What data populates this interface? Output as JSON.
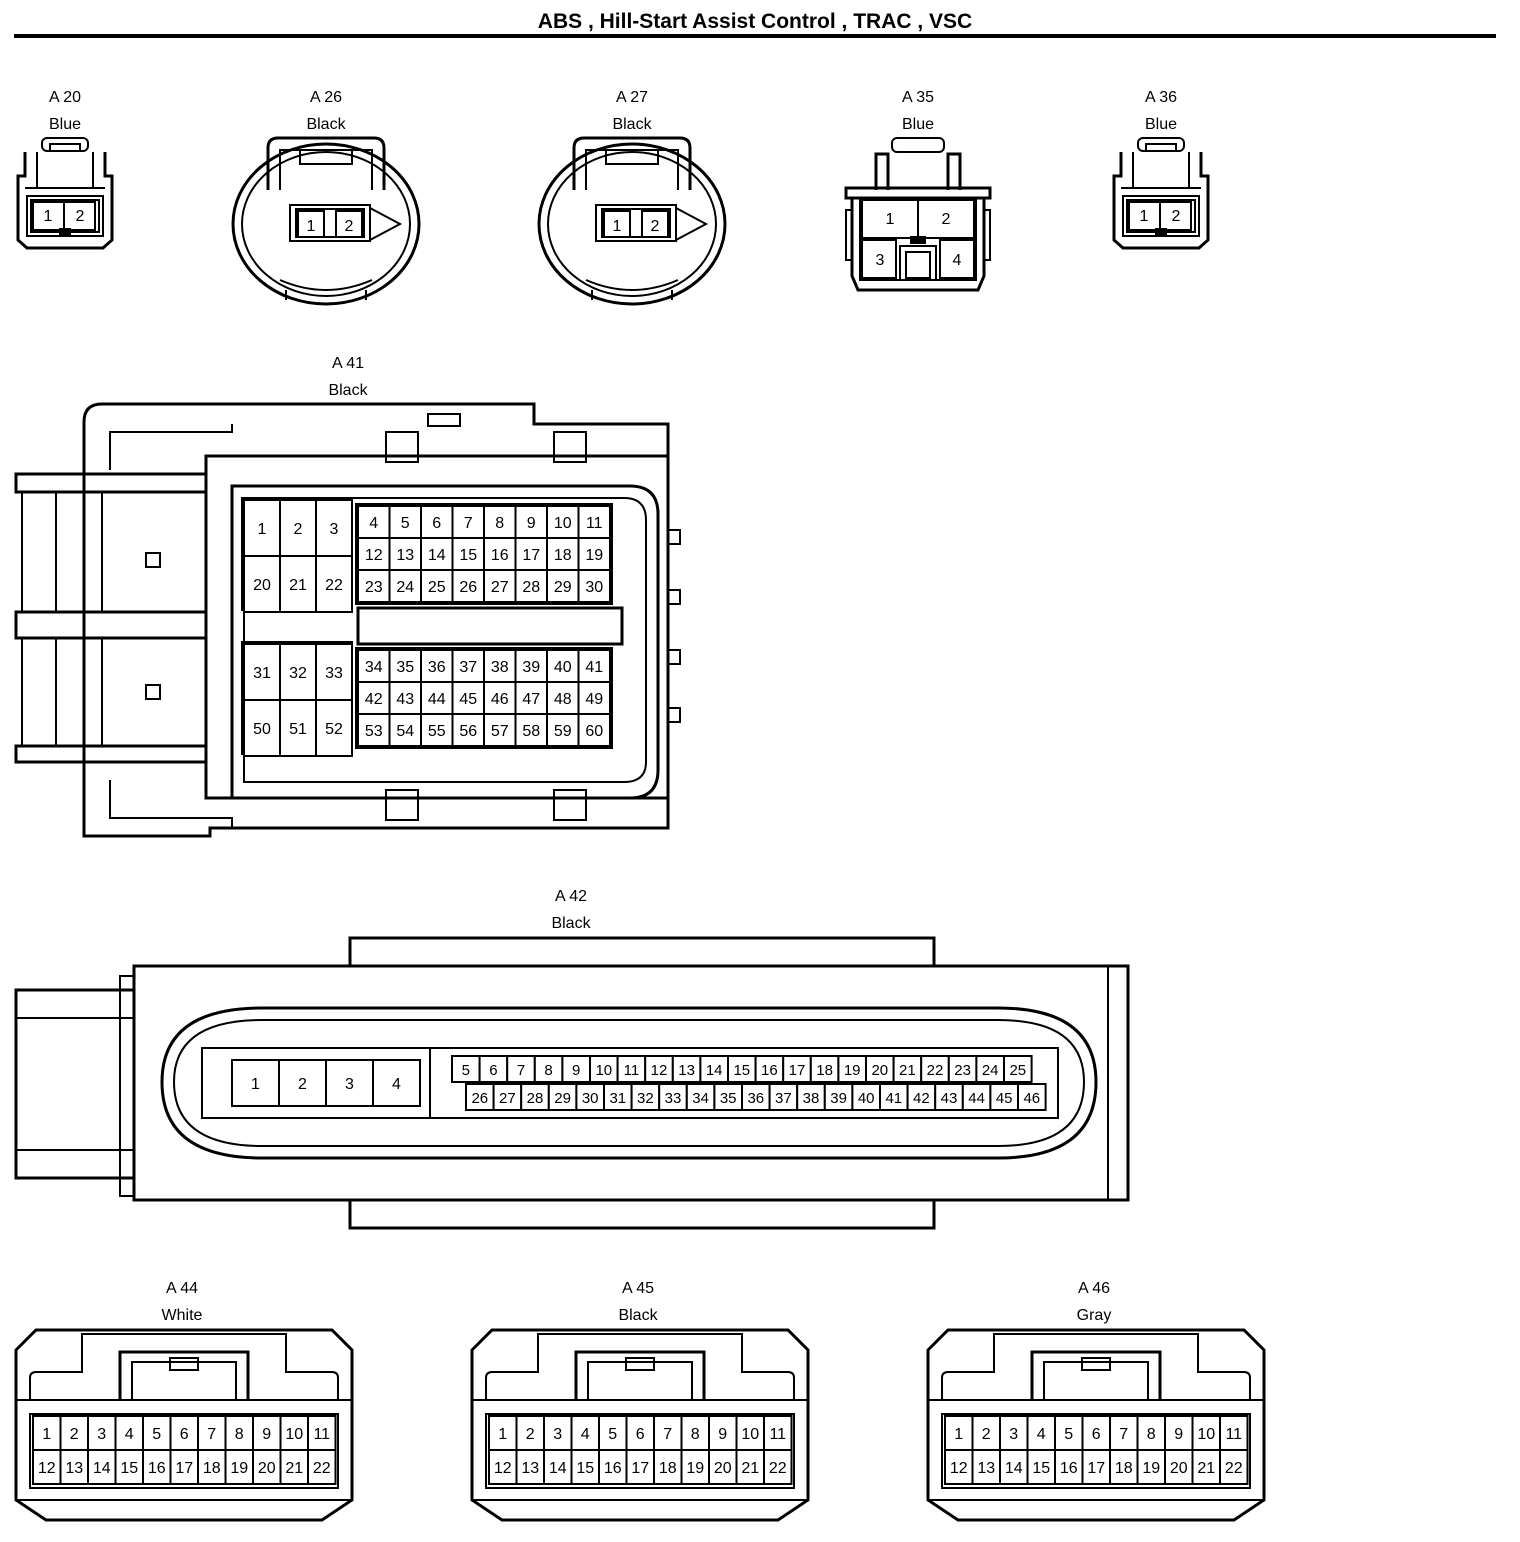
{
  "page": {
    "title": "ABS , Hill-Start Assist Control , TRAC , VSC"
  },
  "connectors": [
    {
      "id": "A 20",
      "color": "Blue",
      "pins": [
        "1",
        "2"
      ]
    },
    {
      "id": "A 26",
      "color": "Black",
      "pins": [
        "1",
        "2"
      ]
    },
    {
      "id": "A 27",
      "color": "Black",
      "pins": [
        "1",
        "2"
      ]
    },
    {
      "id": "A 35",
      "color": "Blue",
      "pins": [
        "1",
        "2",
        "3",
        "4"
      ]
    },
    {
      "id": "A 36",
      "color": "Blue",
      "pins": [
        "1",
        "2"
      ]
    },
    {
      "id": "A 41",
      "color": "Black",
      "pin_count": 60,
      "large_pins": [
        "1",
        "2",
        "3",
        "20",
        "21",
        "22",
        "31",
        "32",
        "33",
        "50",
        "51",
        "52"
      ],
      "small_pins_top": [
        "4",
        "5",
        "6",
        "7",
        "8",
        "9",
        "10",
        "11",
        "12",
        "13",
        "14",
        "15",
        "16",
        "17",
        "18",
        "19",
        "23",
        "24",
        "25",
        "26",
        "27",
        "28",
        "29",
        "30"
      ],
      "small_pins_bottom": [
        "34",
        "35",
        "36",
        "37",
        "38",
        "39",
        "40",
        "41",
        "42",
        "43",
        "44",
        "45",
        "46",
        "47",
        "48",
        "49",
        "53",
        "54",
        "55",
        "56",
        "57",
        "58",
        "59",
        "60"
      ]
    },
    {
      "id": "A 42",
      "color": "Black",
      "pin_count": 46,
      "large_pins": [
        "1",
        "2",
        "3",
        "4"
      ],
      "row_top": [
        "5",
        "6",
        "7",
        "8",
        "9",
        "10",
        "11",
        "12",
        "13",
        "14",
        "15",
        "16",
        "17",
        "18",
        "19",
        "20",
        "21",
        "22",
        "23",
        "24",
        "25"
      ],
      "row_bottom": [
        "26",
        "27",
        "28",
        "29",
        "30",
        "31",
        "32",
        "33",
        "34",
        "35",
        "36",
        "37",
        "38",
        "39",
        "40",
        "41",
        "42",
        "43",
        "44",
        "45",
        "46"
      ]
    },
    {
      "id": "A 44",
      "color": "White",
      "pin_count": 22
    },
    {
      "id": "A 45",
      "color": "Black",
      "pin_count": 22
    },
    {
      "id": "A 46",
      "color": "Gray",
      "pin_count": 22
    }
  ]
}
